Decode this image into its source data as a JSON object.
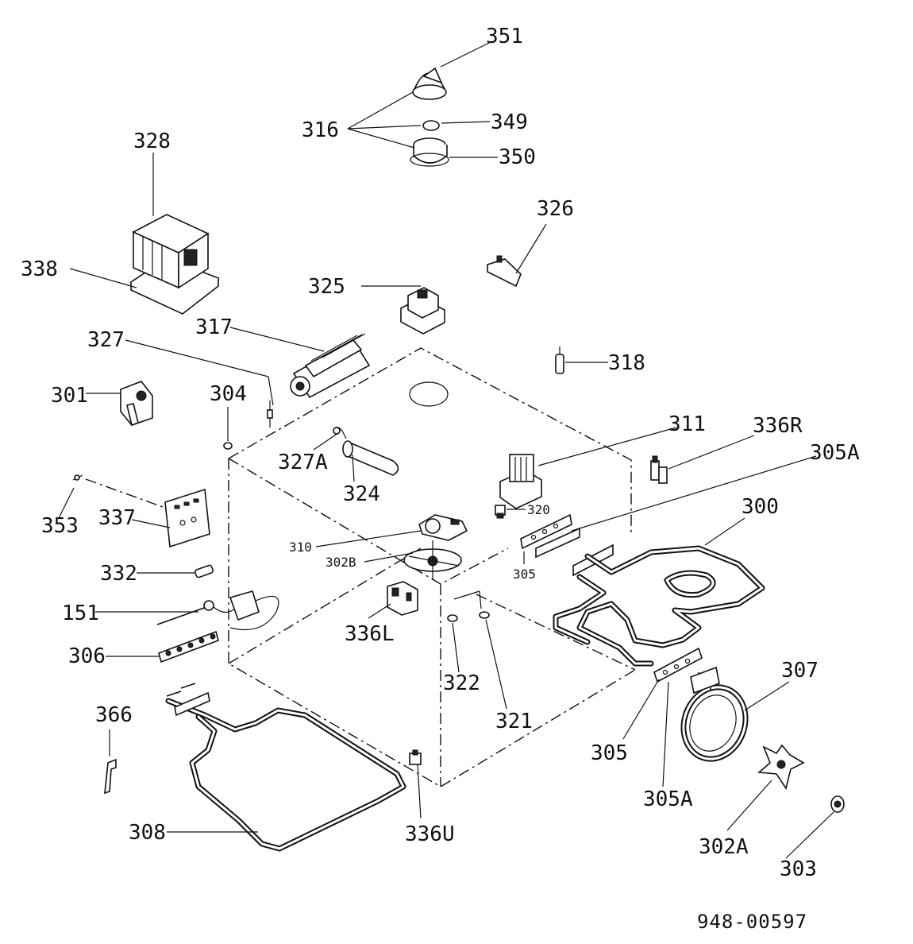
{
  "labels": {
    "l351": "351",
    "l316": "316",
    "l349": "349",
    "l350": "350",
    "l328": "328",
    "l338": "338",
    "l326": "326",
    "l325": "325",
    "l317": "317",
    "l327": "327",
    "l318": "318",
    "l301": "301",
    "l304": "304",
    "l311": "311",
    "l336R": "336R",
    "l305A_top": "305A",
    "l327A": "327A",
    "l324": "324",
    "l353": "353",
    "l337": "337",
    "l320": "320",
    "l300": "300",
    "l310": "310",
    "l302B": "302B",
    "l305_small": "305",
    "l332": "332",
    "l151": "151",
    "l336L": "336L",
    "l306": "306",
    "l322": "322",
    "l307": "307",
    "l321": "321",
    "l366": "366",
    "l305_bottom": "305",
    "l305A_bottom": "305A",
    "l308": "308",
    "l336U": "336U",
    "l302A": "302A",
    "l303": "303"
  },
  "reference_number": "948-00597"
}
